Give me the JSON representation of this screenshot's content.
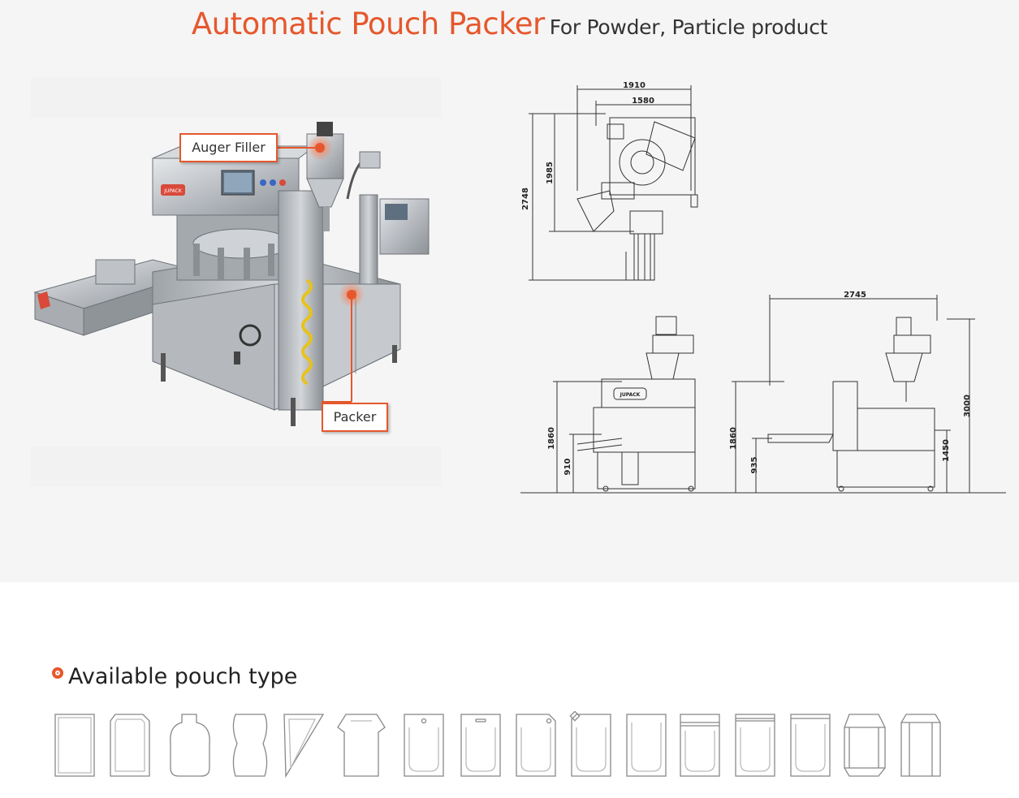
{
  "header": {
    "title": "Automatic Pouch Packer",
    "subtitle": "For Powder, Particle product"
  },
  "machine_photo": {
    "brand_label": "JUPACK",
    "callouts": {
      "auger_filler": "Auger Filler",
      "packer": "Packer"
    }
  },
  "drawing": {
    "top_view": {
      "width_outer": "1910",
      "width_inner": "1580",
      "depth_outer": "2748",
      "depth_inner": "1985"
    },
    "front_view": {
      "height": "1860",
      "table_height": "910",
      "brand_label": "JUPACK"
    },
    "side_view": {
      "length": "2745",
      "height_total": "3000",
      "height_mid": "1860",
      "height_table": "935",
      "height_hopper": "1450"
    }
  },
  "pouch_section": {
    "heading": "Available pouch type",
    "types": [
      "flat",
      "flat-cut-corner",
      "shaped-bottle",
      "shaped-waist",
      "triangle",
      "t-shirt",
      "hang-hole-rounded",
      "euro-slot-rounded",
      "hang-corner",
      "corner-spout",
      "rounded-bottom",
      "zipper-rounded",
      "zipper-top-rounded",
      "zipper-rounded-2",
      "box-pouch-3d",
      "flat-bottom-box"
    ]
  },
  "colors": {
    "accent": "#e5582d",
    "background_top": "#f5f5f5",
    "line": "#555555"
  }
}
